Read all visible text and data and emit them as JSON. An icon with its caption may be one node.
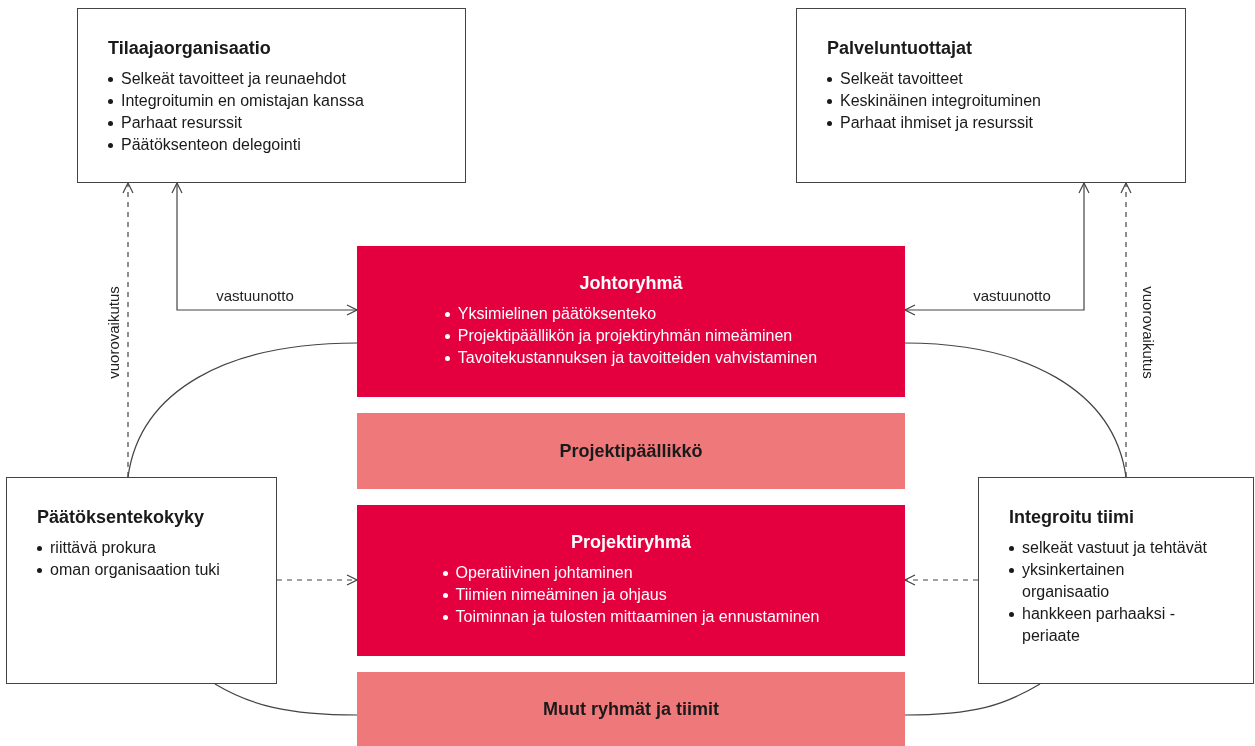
{
  "diagram": {
    "nodes": [
      {
        "text": [
          "Tilaajaorganisaatio",
          "Selkeät tavoitteet ja reunaehdot",
          "Integroitumin en omistajan kanssa",
          "Parhaat resurssit",
          "Päätöksenteon delegointi"
        ]
      },
      {
        "text": [
          "Palveluntuottajat",
          "Selkeät tavoitteet",
          "Keskinäinen integroituminen",
          "Parhaat ihmiset ja resurssit"
        ]
      },
      {
        "text": [
          "Johtoryhmä",
          "Yksimielinen päätöksenteko",
          "Projektipäällikön ja projektiryhmän nimeäminen",
          "Tavoitekustannuksen ja tavoitteiden vahvistaminen"
        ]
      },
      {
        "text": [
          "Projektipäällikkö"
        ]
      },
      {
        "text": [
          "Projektiryhmä",
          "Operatiivinen johtaminen",
          "Tiimien nimeäminen ja ohjaus",
          "Toiminnan ja tulosten mittaaminen ja ennustaminen"
        ]
      },
      {
        "text": [
          "Muut ryhmät ja tiimit"
        ]
      },
      {
        "text": [
          "Päätöksentekokyky",
          "riittävä prokura",
          "oman organisaation tuki"
        ]
      },
      {
        "text": [
          "Integroitu tiimi",
          "selkeät vastuut ja tehtävät",
          "yksinkertainen organisaatio",
          "hankkeen parhaaksi -periaate"
        ]
      }
    ],
    "edges": [
      {
        "from": 6,
        "to": 0,
        "arrow": "to",
        "style": "dashed",
        "label": "vuorovaikutus"
      },
      {
        "from": 2,
        "to": 0,
        "arrow": "both",
        "label": "vastuunotto"
      },
      {
        "from": 2,
        "to": 1,
        "arrow": "both",
        "label": "vastuunotto"
      },
      {
        "from": 7,
        "to": 1,
        "arrow": "to",
        "style": "dashed",
        "label": "vuorovaikutus"
      },
      {
        "from": 6,
        "to": 2,
        "arrow": "none"
      },
      {
        "from": 7,
        "to": 2,
        "arrow": "none"
      },
      {
        "from": 6,
        "to": 4,
        "arrow": "to",
        "style": "dashed"
      },
      {
        "from": 7,
        "to": 4,
        "arrow": "to",
        "style": "dashed"
      },
      {
        "from": 6,
        "to": 5,
        "arrow": "none"
      },
      {
        "from": 7,
        "to": 5,
        "arrow": "none"
      }
    ]
  }
}
